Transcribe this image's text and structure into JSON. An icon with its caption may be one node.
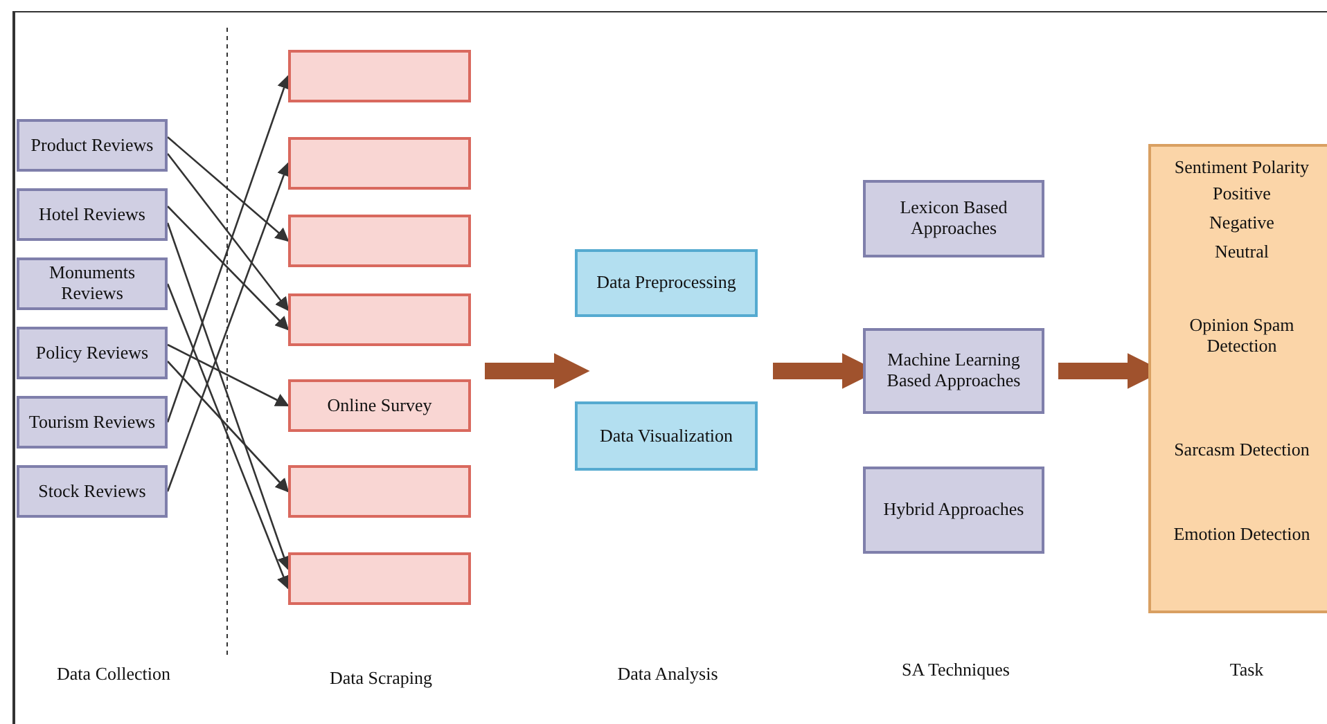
{
  "diagram": {
    "nodes": [
      {
        "text": [
          "Product Reviews"
        ]
      },
      {
        "text": [
          "Hotel Reviews"
        ]
      },
      {
        "text": [
          "Monuments Reviews"
        ]
      },
      {
        "text": [
          "Policy Reviews"
        ]
      },
      {
        "text": [
          "Tourism Reviews"
        ]
      },
      {
        "text": [
          "Stock Reviews"
        ]
      },
      {
        "text": [],
        "shape": "box"
      },
      {
        "text": [],
        "shape": "box"
      },
      {
        "text": [],
        "shape": "box"
      },
      {
        "text": [],
        "shape": "box"
      },
      {
        "text": [
          "Online Survey"
        ]
      },
      {
        "text": [],
        "shape": "box"
      },
      {
        "text": [],
        "shape": "box"
      },
      {
        "text": [
          "Data Preprocessing"
        ]
      },
      {
        "text": [
          "Data Visualization"
        ]
      },
      {
        "text": [
          "Lexicon Based Approaches"
        ]
      },
      {
        "text": [
          "Machine Learning Based Approaches"
        ]
      },
      {
        "text": [
          "Hybrid Approaches"
        ]
      },
      {
        "text": [
          "Sentiment Polarity",
          "Positive",
          "Negative",
          "Neutral",
          "Opinion Spam Detection",
          "Sarcasm Detection",
          "Emotion Detection"
        ]
      }
    ],
    "edges": [
      {
        "from": 0,
        "to": 8,
        "arrow": "to"
      },
      {
        "from": 0,
        "to": 9,
        "arrow": "to"
      },
      {
        "from": 1,
        "to": 9,
        "arrow": "to"
      },
      {
        "from": 1,
        "to": 12,
        "arrow": "to"
      },
      {
        "from": 2,
        "to": 12,
        "arrow": "to"
      },
      {
        "from": 3,
        "to": 10,
        "arrow": "to"
      },
      {
        "from": 3,
        "to": 11,
        "arrow": "to"
      },
      {
        "from": 4,
        "to": 6,
        "arrow": "to"
      },
      {
        "from": 5,
        "to": 7,
        "arrow": "to"
      },
      {
        "from": 10,
        "to": 14,
        "arrow": "to",
        "style": "thick",
        "color": "#a0522d"
      },
      {
        "from": null,
        "to": 16,
        "arrow": "to",
        "style": "thick",
        "color": "#a0522d"
      },
      {
        "from": 16,
        "to": 18,
        "arrow": "to",
        "style": "thick",
        "color": "#a0522d"
      }
    ],
    "labels": [
      "Data Collection",
      "Data Scraping",
      "Data Analysis",
      "SA Techniques",
      "Task"
    ]
  }
}
